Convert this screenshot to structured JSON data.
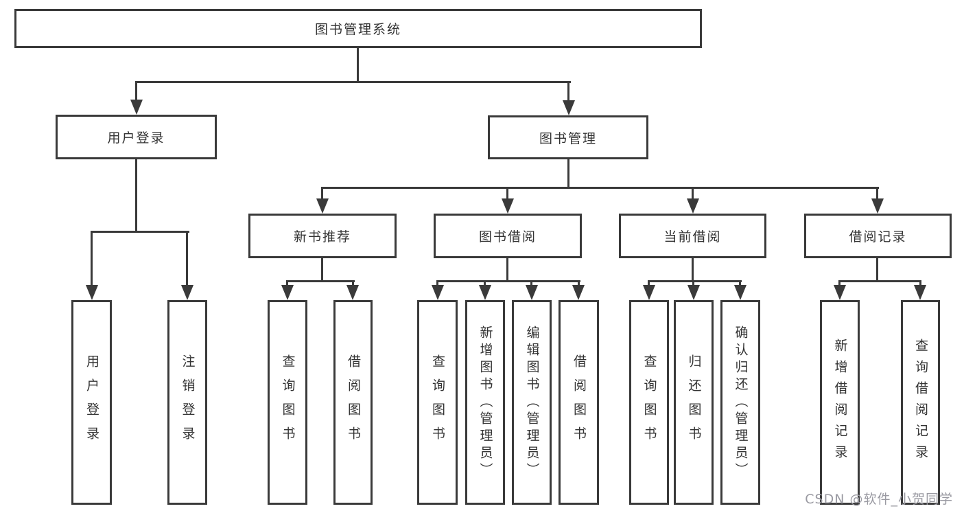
{
  "diagram": {
    "root": {
      "label": "图书管理系统"
    },
    "branches": {
      "user_login": {
        "label": "用户登录"
      },
      "book_management": {
        "label": "图书管理"
      },
      "new_book_recommend": {
        "label": "新书推荐"
      },
      "book_borrow": {
        "label": "图书借阅"
      },
      "current_borrow": {
        "label": "当前借阅"
      },
      "borrow_record": {
        "label": "借阅记录"
      }
    },
    "leaves": {
      "login": {
        "label": "用户登录"
      },
      "logout": {
        "label": "注销登录"
      },
      "recommend_query": {
        "label": "查询图书"
      },
      "recommend_borrow": {
        "label": "借阅图书"
      },
      "borrow_query": {
        "label": "查询图书"
      },
      "borrow_add": {
        "label": "新增图书（管理员）"
      },
      "borrow_edit": {
        "label": "编辑图书（管理员）"
      },
      "borrow_borrow": {
        "label": "借阅图书"
      },
      "current_query": {
        "label": "查询图书"
      },
      "current_return": {
        "label": "归还图书"
      },
      "current_confirm": {
        "label": "确认归还（管理员）"
      },
      "record_add": {
        "label": "新增借阅记录"
      },
      "record_query": {
        "label": "查询借阅记录"
      }
    },
    "line_color": "#3a3a3a"
  },
  "watermark": {
    "text": "CSDN @软件_小贺同学"
  }
}
